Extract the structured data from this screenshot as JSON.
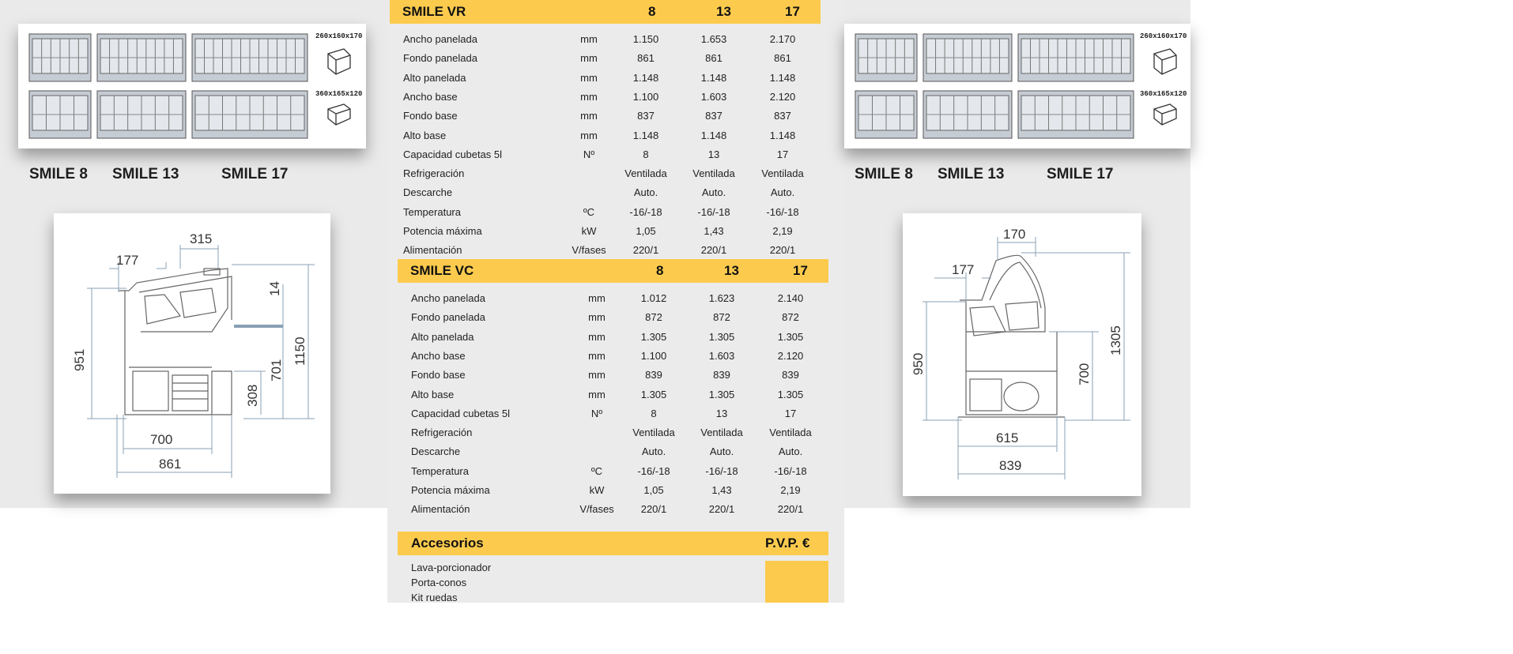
{
  "left_panel": {
    "models": [
      "SMILE 8",
      "SMILE 13",
      "SMILE 17"
    ],
    "tray_sizes": [
      "260x160x170",
      "360x165x120"
    ],
    "dimensions": [
      "177",
      "315",
      "14",
      "951",
      "701",
      "1150",
      "308",
      "700",
      "861"
    ]
  },
  "right_panel": {
    "models": [
      "SMILE 8",
      "SMILE 13",
      "SMILE 17"
    ],
    "tray_sizes": [
      "260x160x170",
      "360x165x120"
    ],
    "dimensions": [
      "170",
      "177",
      "950",
      "700",
      "1305",
      "615",
      "839"
    ]
  },
  "table_vr": {
    "title": "SMILE VR",
    "columns": [
      "8",
      "13",
      "17"
    ],
    "rows": [
      {
        "label": "Ancho  panelada",
        "unit": "mm",
        "values": [
          "1.150",
          "1.653",
          "2.170"
        ]
      },
      {
        "label": "Fondo  panelada",
        "unit": "mm",
        "values": [
          "861",
          "861",
          "861"
        ]
      },
      {
        "label": "Alto  panelada",
        "unit": "mm",
        "values": [
          "1.148",
          "1.148",
          "1.148"
        ]
      },
      {
        "label": "Ancho base",
        "unit": "mm",
        "values": [
          "1.100",
          "1.603",
          "2.120"
        ]
      },
      {
        "label": "Fondo base",
        "unit": "mm",
        "values": [
          "837",
          "837",
          "837"
        ]
      },
      {
        "label": "Alto base",
        "unit": "mm",
        "values": [
          "1.148",
          "1.148",
          "1.148"
        ]
      },
      {
        "label": "Capacidad cubetas 5l",
        "unit": "Nº",
        "values": [
          "8",
          "13",
          "17"
        ]
      },
      {
        "label": "Refrigeración",
        "unit": "",
        "values": [
          "Ventilada",
          "Ventilada",
          "Ventilada"
        ]
      },
      {
        "label": "Descarche",
        "unit": "",
        "values": [
          "Auto.",
          "Auto.",
          "Auto."
        ]
      },
      {
        "label": "Temperatura",
        "unit": "ºC",
        "values": [
          "-16/-18",
          "-16/-18",
          "-16/-18"
        ]
      },
      {
        "label": "Potencia máxima",
        "unit": "kW",
        "values": [
          "1,05",
          "1,43",
          "2,19"
        ]
      },
      {
        "label": "Alimentación",
        "unit": "V/fases",
        "values": [
          "220/1",
          "220/1",
          "220/1"
        ]
      }
    ]
  },
  "table_vc": {
    "title": "SMILE VC",
    "columns": [
      "8",
      "13",
      "17"
    ],
    "rows": [
      {
        "label": "Ancho  panelada",
        "unit": "mm",
        "values": [
          "1.012",
          "1.623",
          "2.140"
        ]
      },
      {
        "label": "Fondo  panelada",
        "unit": "mm",
        "values": [
          "872",
          "872",
          "872"
        ]
      },
      {
        "label": "Alto  panelada",
        "unit": "mm",
        "values": [
          "1.305",
          "1.305",
          "1.305"
        ]
      },
      {
        "label": "Ancho base",
        "unit": "mm",
        "values": [
          "1.100",
          "1.603",
          "2.120"
        ]
      },
      {
        "label": "Fondo base",
        "unit": "mm",
        "values": [
          "839",
          "839",
          "839"
        ]
      },
      {
        "label": "Alto base",
        "unit": "mm",
        "values": [
          "1.305",
          "1.305",
          "1.305"
        ]
      },
      {
        "label": "Capacidad cubetas 5l",
        "unit": "Nº",
        "values": [
          "8",
          "13",
          "17"
        ]
      },
      {
        "label": "Refrigeración",
        "unit": "",
        "values": [
          "Ventilada",
          "Ventilada",
          "Ventilada"
        ]
      },
      {
        "label": "Descarche",
        "unit": "",
        "values": [
          "Auto.",
          "Auto.",
          "Auto."
        ]
      },
      {
        "label": "Temperatura",
        "unit": "ºC",
        "values": [
          "-16/-18",
          "-16/-18",
          "-16/-18"
        ]
      },
      {
        "label": "Potencia máxima",
        "unit": "kW",
        "values": [
          "1,05",
          "1,43",
          "2,19"
        ]
      },
      {
        "label": "Alimentación",
        "unit": "V/fases",
        "values": [
          "220/1",
          "220/1",
          "220/1"
        ]
      }
    ]
  },
  "accessories": {
    "title": "Accesorios",
    "price_header": "P.V.P. €",
    "items": [
      "Lava-porcionador",
      "Porta-conos",
      "Kit ruedas"
    ]
  },
  "colors": {
    "band": "#fccb4e",
    "panel": "#ebebeb"
  }
}
